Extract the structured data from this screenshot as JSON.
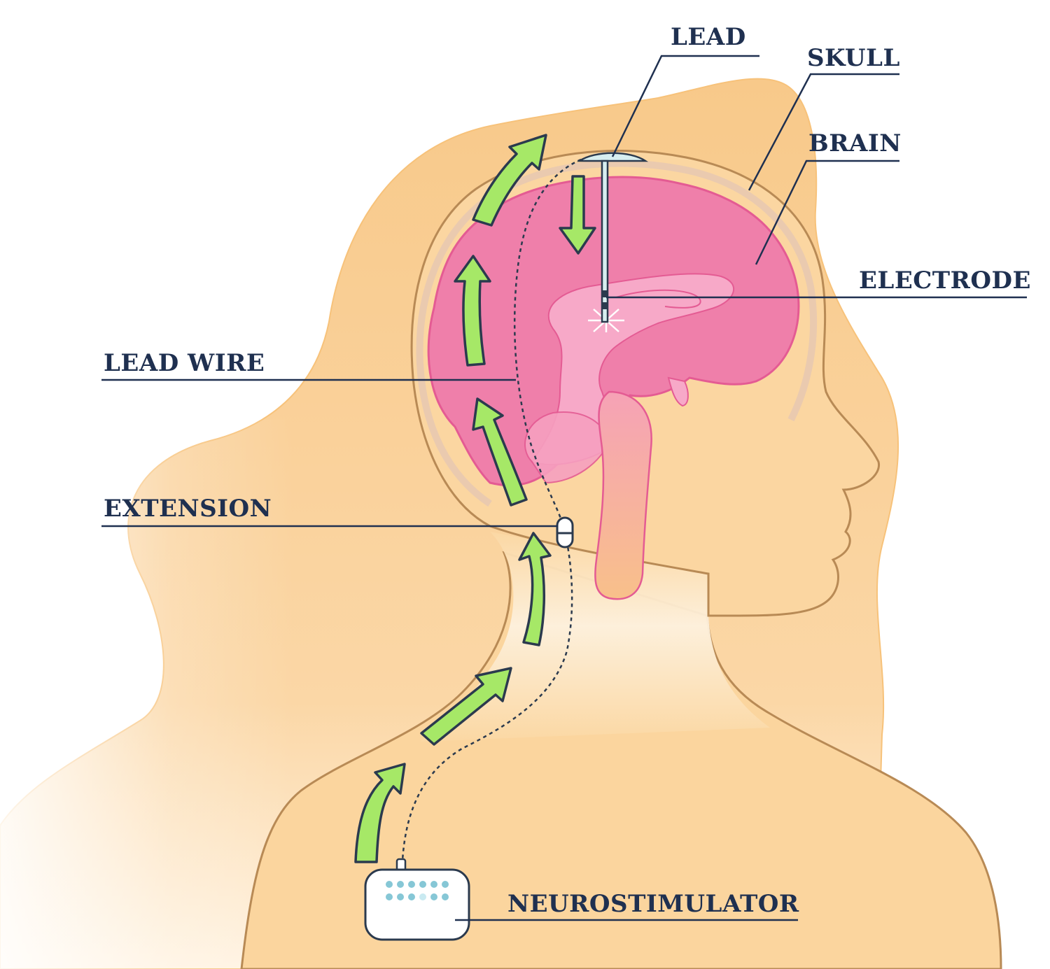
{
  "labels": {
    "lead": "LEAD",
    "skull": "SKULL",
    "brain": "BRAIN",
    "electrode": "ELECTRODE",
    "lead_wire": "LEAD WIRE",
    "extension": "EXTENSION",
    "neurostimulator": "NEUROSTIMULATOR"
  },
  "colors": {
    "hair": "#f8c98a",
    "skin": "#fbd9a8",
    "brain": "#ef7faa",
    "brain_inner": "#f7a9c8",
    "arrow": "#a6e867",
    "text": "#1f3050",
    "device_dots": "#86c7d6"
  }
}
